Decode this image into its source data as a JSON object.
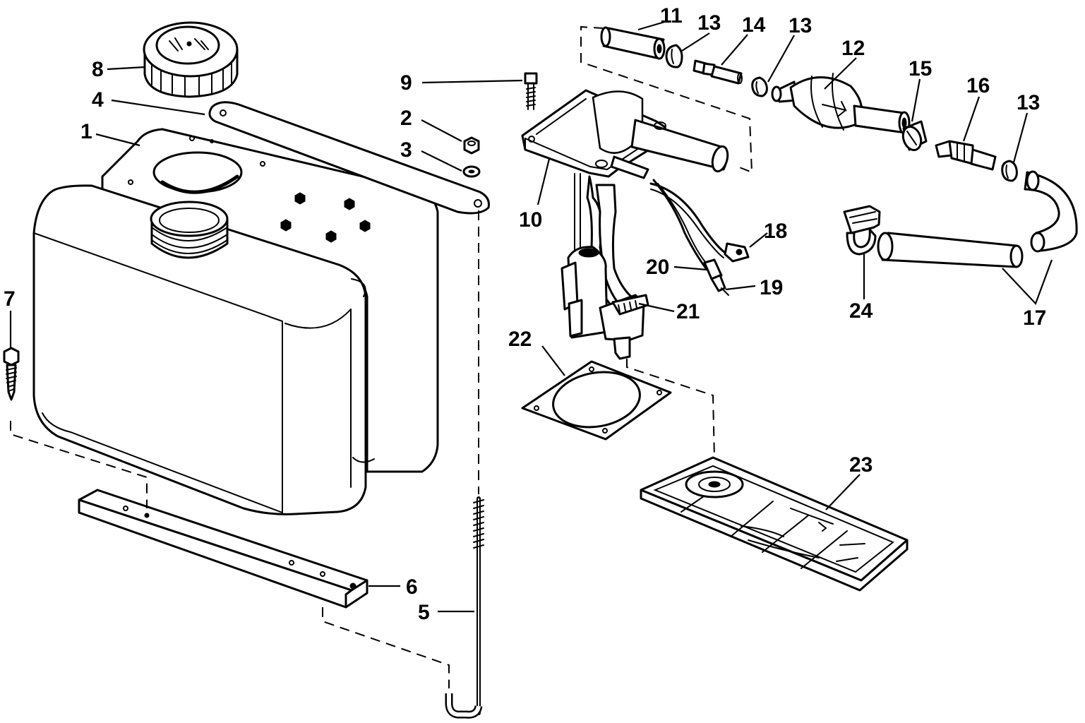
{
  "diagram": {
    "type": "exploded-parts-diagram",
    "callouts": [
      {
        "id": "1",
        "text": "1"
      },
      {
        "id": "2",
        "text": "2"
      },
      {
        "id": "3",
        "text": "3"
      },
      {
        "id": "4",
        "text": "4"
      },
      {
        "id": "5",
        "text": "5"
      },
      {
        "id": "6",
        "text": "6"
      },
      {
        "id": "7",
        "text": "7"
      },
      {
        "id": "8",
        "text": "8"
      },
      {
        "id": "9",
        "text": "9"
      },
      {
        "id": "10",
        "text": "10"
      },
      {
        "id": "11",
        "text": "11"
      },
      {
        "id": "12",
        "text": "12"
      },
      {
        "id": "13a",
        "text": "13"
      },
      {
        "id": "13b",
        "text": "13"
      },
      {
        "id": "13c",
        "text": "13"
      },
      {
        "id": "14",
        "text": "14"
      },
      {
        "id": "15",
        "text": "15"
      },
      {
        "id": "16",
        "text": "16"
      },
      {
        "id": "17",
        "text": "17"
      },
      {
        "id": "18",
        "text": "18"
      },
      {
        "id": "19",
        "text": "19"
      },
      {
        "id": "20",
        "text": "20"
      },
      {
        "id": "21",
        "text": "21"
      },
      {
        "id": "22",
        "text": "22"
      },
      {
        "id": "23",
        "text": "23"
      },
      {
        "id": "24",
        "text": "24"
      }
    ]
  }
}
